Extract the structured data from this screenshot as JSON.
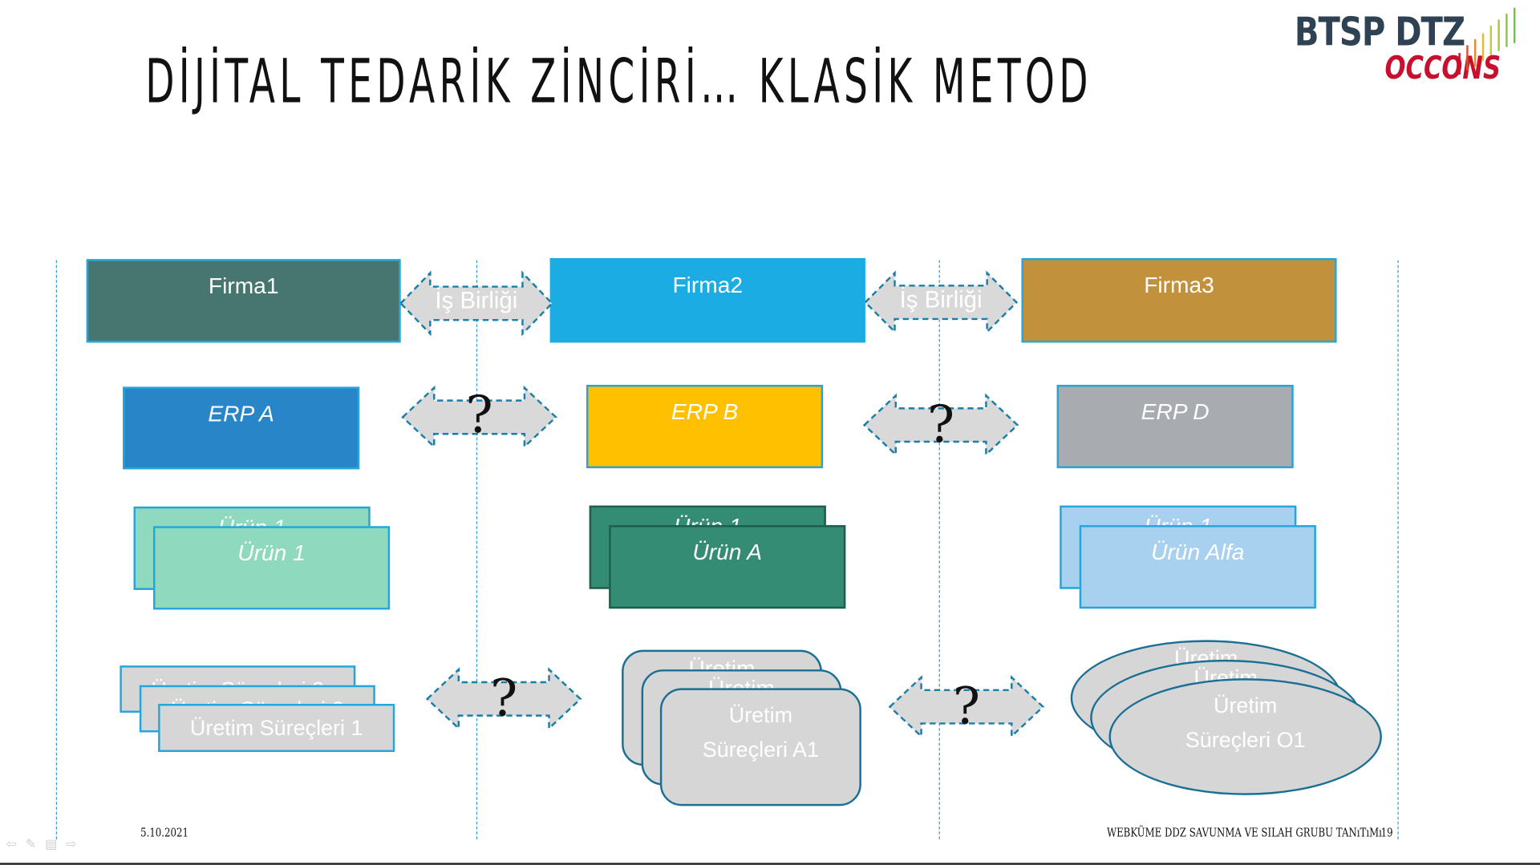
{
  "title": "DİJİTAL TEDARİK ZİNCİRİ… KLASİK METOD",
  "logo": {
    "line1": "BTSP DTZ",
    "line2": "OCCONS"
  },
  "companies": [
    {
      "label": "Firma1",
      "color": "#46766f"
    },
    {
      "label": "Firma2",
      "color": "#1aace3"
    },
    {
      "label": "Firma3",
      "color": "#c2913b"
    }
  ],
  "erp": [
    {
      "label": "ERP A",
      "color": "#2886c8"
    },
    {
      "label": "ERP B",
      "color": "#ffc000"
    },
    {
      "label": "ERP D",
      "color": "#a8abb0"
    }
  ],
  "products": [
    {
      "back_label": "Ürün 1",
      "front_label": "Ürün 1",
      "color": "#8fd9be"
    },
    {
      "back_label": "Ürün 1",
      "front_label": "Ürün A",
      "color": "#338c73"
    },
    {
      "back_label": "Ürün 1",
      "front_label": "Ürün Alfa",
      "color": "#a8d0ef"
    }
  ],
  "processes": {
    "firma1": {
      "back2": "Üretim Süreçleri 3",
      "back1": "Üretim Süreçleri 2",
      "front": "Üretim Süreçleri 1"
    },
    "firma2": {
      "back2": "Üretim",
      "back1": "Üretim",
      "front_line1": "Üretim",
      "front_line2": "Süreçleri A1"
    },
    "firma3": {
      "back2": "Üretim",
      "back1": "Üretim",
      "front_line1": "Üretim",
      "front_line2": "Süreçleri O1"
    }
  },
  "connectors": {
    "cooperation_label": "İş Birliği",
    "question_mark": "?"
  },
  "footer": {
    "date": "5.10.2021",
    "center_text": "WEBKÜME DDZ SAVUNMA VE SILAH GRUBU TANıTıMı",
    "page_number": "19"
  },
  "colors": {
    "arrow_fill": "#d9d9d9",
    "arrow_border": "#1a7fa8",
    "frame_border": "#22a6dc",
    "process_fill": "#d6d6d6"
  }
}
